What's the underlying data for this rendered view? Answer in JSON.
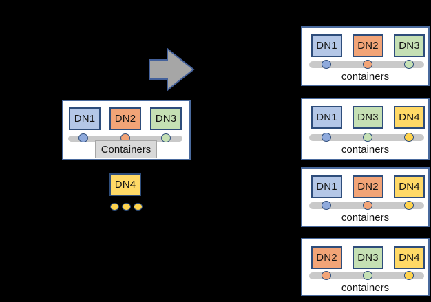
{
  "colors": {
    "panel": {
      "fill": "#ffffff",
      "border": "#4a6a9d"
    },
    "bar": {
      "fill": "#c9c9c9",
      "border": "#bdbdbd"
    },
    "label_box": {
      "fill": "#d9d9d9",
      "border": "#a6a6a6"
    },
    "arrow": {
      "fill": "#a6a6a6",
      "border": "#44619b"
    },
    "blue": {
      "fill": "#b4c7e7",
      "border": "#2e4d7b"
    },
    "orange": {
      "fill": "#f2a477",
      "border": "#2e4d7b"
    },
    "green": {
      "fill": "#c5e0b4",
      "border": "#2e4d7b"
    },
    "yellow": {
      "fill": "#ffd966",
      "border": "#2e4d7b"
    },
    "blue_dot": {
      "fill": "#8faadc",
      "border": "#2e4d7b"
    },
    "orange_dot": {
      "fill": "#f2a477",
      "border": "#2e4d7b"
    },
    "green_dot": {
      "fill": "#c5e0b4",
      "border": "#2e4d7b"
    },
    "yellow_dot": {
      "fill": "#ffd34d",
      "border": "#2e4d7b"
    }
  },
  "left_cluster": {
    "nodes": [
      {
        "label": "DN1",
        "color": "blue"
      },
      {
        "label": "DN2",
        "color": "orange"
      },
      {
        "label": "DN3",
        "color": "green"
      }
    ],
    "dots": [
      "blue_dot",
      "orange_dot",
      "green_dot"
    ],
    "containers_label": "Containers"
  },
  "new_node": {
    "label": "DN4",
    "color": "yellow"
  },
  "pending_dots": [
    "yellow_dot",
    "yellow_dot",
    "yellow_dot"
  ],
  "arrow_icon": "right-arrow",
  "right_panels": [
    {
      "nodes": [
        {
          "label": "DN1",
          "color": "blue"
        },
        {
          "label": "DN2",
          "color": "orange"
        },
        {
          "label": "DN3",
          "color": "green"
        }
      ],
      "dots": [
        "blue_dot",
        "orange_dot",
        "green_dot"
      ],
      "containers_label": "containers"
    },
    {
      "nodes": [
        {
          "label": "DN1",
          "color": "blue"
        },
        {
          "label": "DN3",
          "color": "green"
        },
        {
          "label": "DN4",
          "color": "yellow"
        }
      ],
      "dots": [
        "blue_dot",
        "green_dot",
        "yellow_dot"
      ],
      "containers_label": "containers"
    },
    {
      "nodes": [
        {
          "label": "DN1",
          "color": "blue"
        },
        {
          "label": "DN2",
          "color": "orange"
        },
        {
          "label": "DN4",
          "color": "yellow"
        }
      ],
      "dots": [
        "blue_dot",
        "orange_dot",
        "yellow_dot"
      ],
      "containers_label": "containers"
    },
    {
      "nodes": [
        {
          "label": "DN2",
          "color": "orange"
        },
        {
          "label": "DN3",
          "color": "green"
        },
        {
          "label": "DN4",
          "color": "yellow"
        }
      ],
      "dots": [
        "orange_dot",
        "green_dot",
        "yellow_dot"
      ],
      "containers_label": "containers"
    }
  ]
}
